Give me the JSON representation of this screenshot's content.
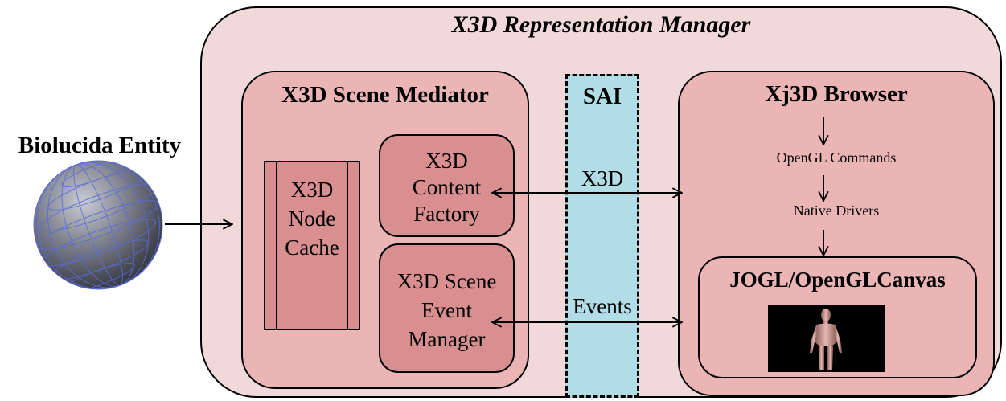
{
  "manager": {
    "title": "X3D Representation Manager"
  },
  "entity": {
    "label": "Biolucida Entity",
    "icon": "mesh-sphere-icon"
  },
  "mediator": {
    "title": "X3D Scene Mediator",
    "node_cache": "X3D\nNode\nCache",
    "content_factory": "X3D\nContent\nFactory",
    "event_manager": "X3D Scene\nEvent\nManager"
  },
  "sai": {
    "title": "SAI",
    "x3d_flow": "X3D",
    "events_flow": "Events"
  },
  "browser": {
    "title": "Xj3D Browser",
    "opengl_commands": "OpenGL Commands",
    "native_drivers": "Native Drivers",
    "canvas_title": "JOGL/OpenGLCanvas",
    "preview_icon": "human-figure-icon"
  },
  "colors": {
    "manager_fill": "#f2d9d9",
    "panel_fill": "#ebb5b5",
    "component_fill": "#d98f8f",
    "sai_fill": "#b3dde6",
    "sphere_edges": "#5b6bd6"
  }
}
